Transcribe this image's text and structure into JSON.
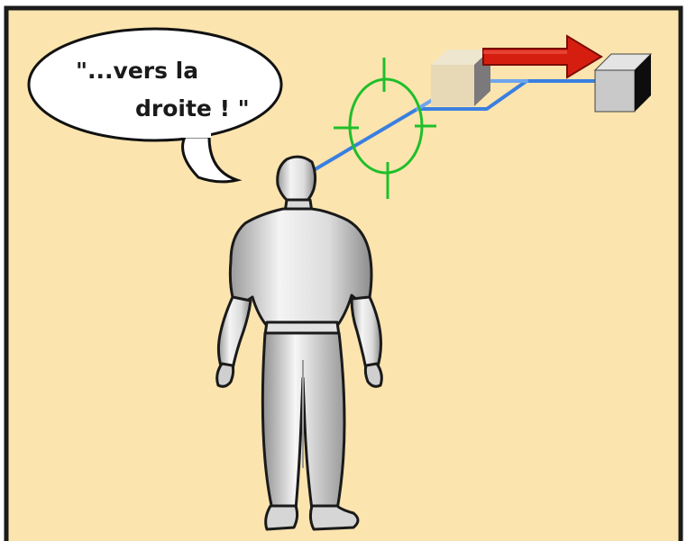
{
  "speech_bubble": {
    "line1": "\"...vers la",
    "line2": "droite ! \""
  },
  "colors": {
    "background": "#fbe4ae",
    "frame": "#1b1b1b",
    "gaze_line": "#3a7fe0",
    "crosshair": "#1fbf2a",
    "arrow": "#d61e10",
    "box_origin": "#e7d9b6",
    "box_target": "#c9c9c9"
  },
  "icons": {
    "person": "standing-man-back-view",
    "crosshair": "target-crosshair",
    "arrow": "right-arrow"
  }
}
